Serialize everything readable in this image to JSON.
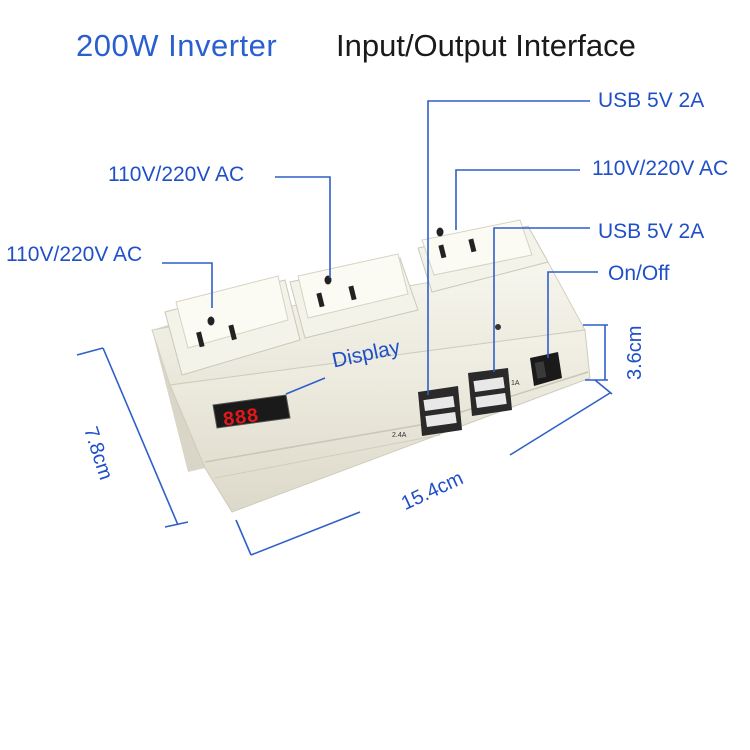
{
  "title": {
    "main": "200W Inverter",
    "sub": "Input/Output Interface"
  },
  "labels": {
    "usb_top": "USB 5V 2A",
    "ac_right": "110V/220V AC",
    "usb_mid": "USB 5V 2A",
    "on_off": "On/Off",
    "ac_middle": "110V/220V AC",
    "ac_left": "110V/220V AC",
    "display": "Display"
  },
  "dimensions": {
    "width": "15.4cm",
    "depth": "7.8cm",
    "height": "3.6cm"
  },
  "device": {
    "display_readout": "888",
    "usb_left_rating": "2.4A",
    "usb_right_rating": "1A"
  },
  "colors": {
    "title_blue": "#2a5fd0",
    "annotation_blue": "#2050c8",
    "device_body": "#f1efe4",
    "display_red": "#e01818"
  }
}
